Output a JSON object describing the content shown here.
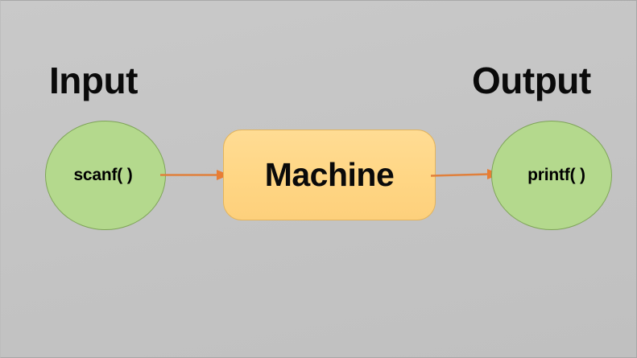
{
  "diagram": {
    "title_labels": {
      "input": "Input",
      "output": "Output"
    },
    "nodes": [
      {
        "id": "scanf",
        "label": "scanf( )",
        "shape": "ellipse",
        "fill": "#b4d98d",
        "stroke": "#7ea458"
      },
      {
        "id": "machine",
        "label": "Machine",
        "shape": "rounded-rectangle",
        "fill": "#ffd684",
        "stroke": "#e3b45d"
      },
      {
        "id": "printf",
        "label": "printf( )",
        "shape": "ellipse",
        "fill": "#b4d98d",
        "stroke": "#7ea458"
      }
    ],
    "arrows": [
      {
        "id": "input-to-machine",
        "from": "scanf",
        "to": "machine",
        "color": "#e0803c",
        "direction": "right"
      },
      {
        "id": "machine-to-output",
        "from": "machine",
        "to": "printf",
        "color": "#e0803c",
        "direction": "right"
      }
    ],
    "background": "#c3c3c3"
  }
}
